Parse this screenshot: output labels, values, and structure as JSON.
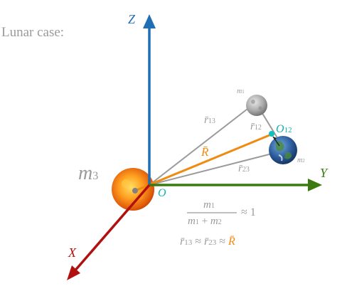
{
  "title": "Lunar case:",
  "axes": {
    "z": "Z",
    "y": "Y",
    "x": "X"
  },
  "bodies": {
    "m3": "m",
    "m3_sub": "3",
    "m1": "m",
    "m1_sub": "1",
    "m2": "m",
    "m2_sub": "2"
  },
  "points": {
    "origin": "O",
    "o12": "O",
    "o12_sub": "12"
  },
  "vectors": {
    "r13": "r̄",
    "r13_sub": "13",
    "r12": "r̄",
    "r12_sub": "12",
    "r23": "r̄",
    "r23_sub": "23",
    "R": "R̄"
  },
  "equations": {
    "frac_num": "m",
    "frac_num_sub": "1",
    "frac_den": "m",
    "frac_den_sub1": "1",
    "frac_den_plus": " + ",
    "frac_den2": "m",
    "frac_den_sub2": "2",
    "approx_one": "≈ 1",
    "eq2_r13": "r̄",
    "eq2_r13_sub": "13",
    "eq2_approx1": "≈",
    "eq2_r23": "r̄",
    "eq2_r23_sub": "23",
    "eq2_approx2": "≈",
    "eq2_R": "R̄"
  },
  "colors": {
    "z_axis": "#1f6fb5",
    "y_axis": "#3a7a10",
    "x_axis": "#b01010",
    "R_vector": "#f08a10",
    "gray_vector": "#9a9a9a",
    "o12_point": "#10c0c0"
  }
}
